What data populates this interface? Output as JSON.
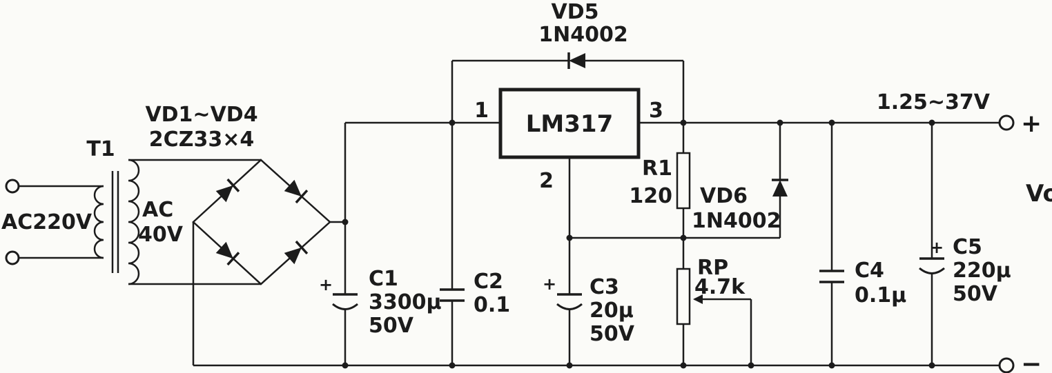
{
  "colors": {
    "ink": "#1c1c1c",
    "paper": "#fbfbf8"
  },
  "input": {
    "source": "AC220V",
    "transformer": "T1",
    "secondary_label_1": "AC",
    "secondary_label_2": "40V"
  },
  "bridge": {
    "designators": "VD1~VD4",
    "part": "2CZ33×4"
  },
  "regulator": {
    "part": "LM317",
    "pin_input": "1",
    "pin_adjust": "2",
    "pin_output": "3"
  },
  "vd5": {
    "name": "VD5",
    "part": "1N4002"
  },
  "vd6": {
    "name": "VD6",
    "part": "1N4002"
  },
  "r1": {
    "name": "R1",
    "value": "120"
  },
  "rp": {
    "name": "RP",
    "value": "4.7k"
  },
  "c1": {
    "name": "C1",
    "value": "3300μ",
    "voltage": "50V",
    "polarity": "+"
  },
  "c2": {
    "name": "C2",
    "value": "0.1"
  },
  "c3": {
    "name": "C3",
    "value": "20μ",
    "voltage": "50V",
    "polarity": "+"
  },
  "c4": {
    "name": "C4",
    "value": "0.1μ"
  },
  "c5": {
    "name": "C5",
    "value": "220μ",
    "voltage": "50V",
    "polarity": "+"
  },
  "output": {
    "range": "1.25~37V",
    "positive_terminal": "+",
    "negative_terminal": "−",
    "label": "Vo"
  }
}
